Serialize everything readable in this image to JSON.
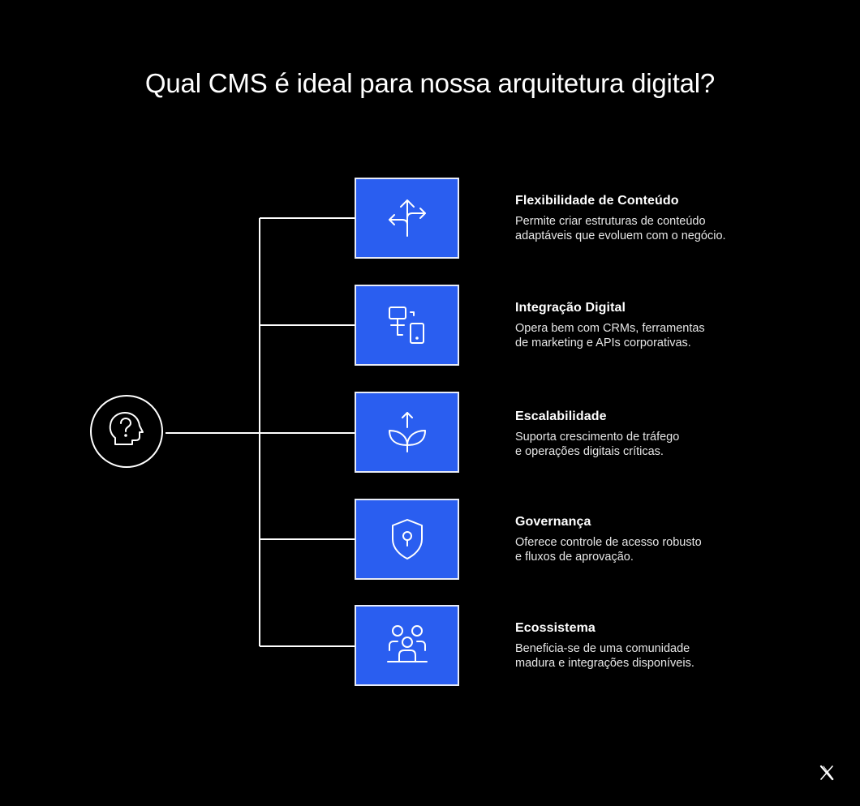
{
  "title": "Qual CMS é ideal para nossa arquitetura digital?",
  "root": {
    "icon": "head-question-icon"
  },
  "colors": {
    "background": "#000000",
    "box_fill": "#2a5ef0",
    "box_border": "#e8ecf8",
    "line": "#ffffff",
    "text": "#ffffff"
  },
  "items": [
    {
      "icon": "split-arrows-icon",
      "title": "Flexibilidade de Conteúdo",
      "description": "Permite criar estruturas de conteúdo\nadaptáveis que evoluem com o negócio."
    },
    {
      "icon": "device-integration-icon",
      "title": "Integração Digital",
      "description": "Opera bem com CRMs, ferramentas\nde marketing e APIs corporativas."
    },
    {
      "icon": "sprout-growth-icon",
      "title": "Escalabilidade",
      "description": "Suporta crescimento de tráfego\ne operações digitais críticas."
    },
    {
      "icon": "shield-keyhole-icon",
      "title": "Governança",
      "description": "Oferece controle de acesso robusto\ne fluxos de aprovação."
    },
    {
      "icon": "people-group-icon",
      "title": "Ecossistema",
      "description": "Beneficia-se de uma comunidade\nmadura e integrações disponíveis."
    }
  ],
  "logo": {
    "icon": "x-logo-icon"
  }
}
